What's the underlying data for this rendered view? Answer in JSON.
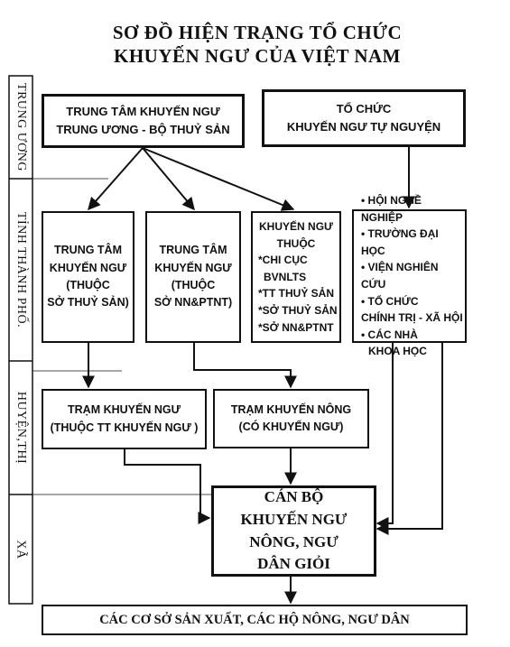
{
  "title": {
    "line1": "SƠ ĐỒ HIỆN TRẠNG TỔ CHỨC",
    "line2": "KHUYẾN NGƯ CỦA VIỆT NAM"
  },
  "levels": {
    "central": "TRUNG ƯƠNG",
    "province": "TỈNH THÀNH PHỐ.",
    "district": "HUYỆN,THỊ",
    "commune": "XÃ"
  },
  "boxes": {
    "central_center": {
      "line1": "TRUNG TÂM KHUYẾN NGƯ",
      "line2": "TRUNG ƯƠNG - BỘ THUỶ SẢN"
    },
    "voluntary": {
      "line1": "TỔ CHỨC",
      "line2": "KHUYẾN NGƯ TỰ NGUYỆN"
    },
    "prov_center_fish": {
      "line1": "TRUNG TÂM",
      "line2": "KHUYẾN NGƯ",
      "line3": "(THUỘC",
      "line4": "SỞ THUỶ SẢN)"
    },
    "prov_center_agri": {
      "line1": "TRUNG TÂM",
      "line2": "KHUYẾN NGƯ",
      "line3": "(THUỘC",
      "line4": "SỞ NN&PTNT)"
    },
    "prov_extension": {
      "line1": "KHUYẾN NGƯ",
      "line2": "THUỘC",
      "items": [
        "*CHI CỤC",
        "BVNLTS",
        "*TT THUỶ SẢN",
        "*SỞ THUỶ SẢN",
        "*SỞ NN&PTNT"
      ]
    },
    "prov_orgs": {
      "items": [
        "• HỘI NGHỀ NGHIỆP",
        "• TRƯỜNG ĐẠI HỌC",
        "• VIỆN NGHIÊN CỨU",
        "• TỔ CHỨC",
        "CHÍNH TRỊ - XÃ HỘI",
        "• CÁC NHÀ",
        "KHOA HỌC"
      ]
    },
    "district_fish_station": {
      "line1": "TRẠM KHUYẾN NGƯ",
      "line2": "(THUỘC TT KHUYẾN NGƯ )"
    },
    "district_agri_station": {
      "line1": "TRẠM KHUYẾN NÔNG",
      "line2": "(CÓ KHUYẾN NGƯ)"
    },
    "commune_staff": {
      "line1": "CÁN BỘ",
      "line2": "KHUYẾN NGƯ",
      "line3": "NÔNG, NGƯ",
      "line4": "DÂN GIỎI"
    },
    "bottom": {
      "text": "CÁC CƠ SỞ SẢN XUẤT, CÁC HỘ NÔNG, NGƯ DÂN"
    }
  }
}
